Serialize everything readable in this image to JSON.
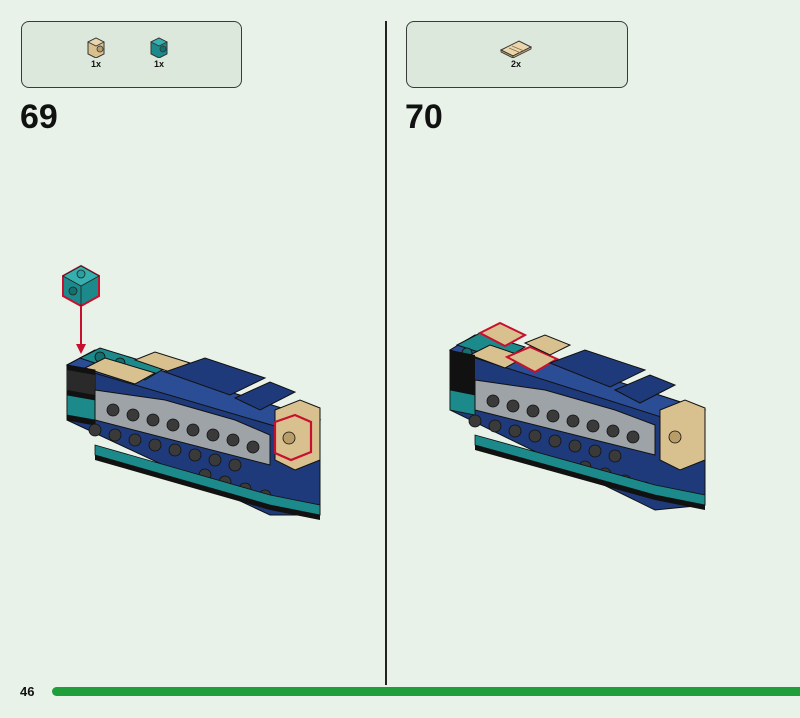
{
  "steps": [
    {
      "number": "69",
      "parts": [
        {
          "icon": "tan-brick-1x1-stud-side-icon",
          "color": "#d9c08f",
          "qty": "1x"
        },
        {
          "icon": "teal-brick-1x1-stud-side-icon",
          "color": "#1c8a8a",
          "qty": "1x"
        }
      ]
    },
    {
      "number": "70",
      "parts": [
        {
          "icon": "tan-tile-1x2-grill-icon",
          "color": "#d9c08f",
          "qty": "2x"
        }
      ]
    }
  ],
  "page": {
    "number": "46"
  },
  "colors": {
    "background": "#e8f2e9",
    "callout": "#dde8dc",
    "progress": "#1f9e3a",
    "highlight": "#c8102e",
    "teal": "#1c8a8a",
    "navy": "#1f3a7a",
    "tan": "#d9c08f",
    "grey": "#9ea3a8",
    "black": "#1a1a1a"
  }
}
